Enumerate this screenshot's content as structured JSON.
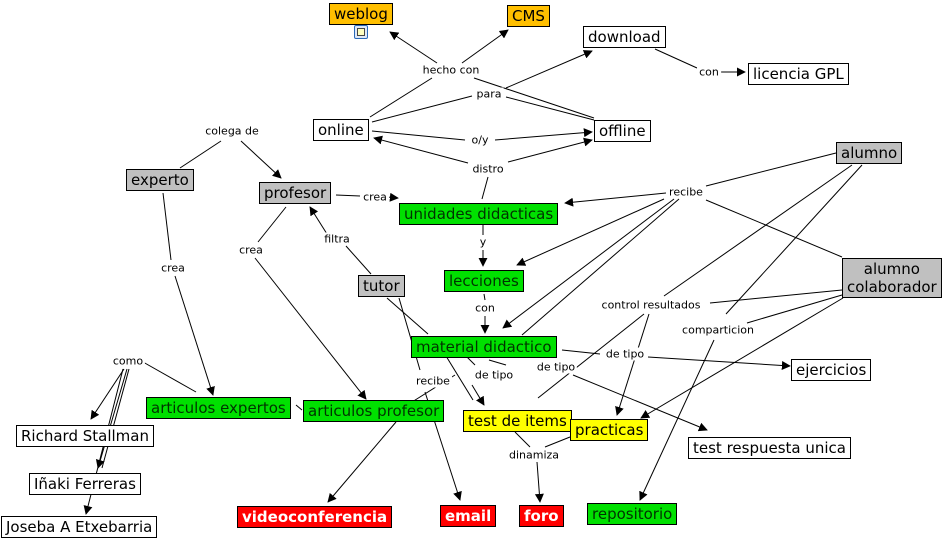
{
  "concepts": {
    "weblog": "weblog",
    "cms": "CMS",
    "download": "download",
    "licencia_gpl": "licencia GPL",
    "online": "online",
    "offline": "offline",
    "experto": "experto",
    "profesor": "profesor",
    "unidades_didacticas": "unidades didacticas",
    "alumno": "alumno",
    "alumno_colaborador_line1": "alumno",
    "alumno_colaborador_line2": "colaborador",
    "lecciones": "lecciones",
    "tutor": "tutor",
    "material_didactico": "material didactico",
    "ejercicios": "ejercicios",
    "articulos_expertos": "articulos expertos",
    "articulos_profesor": "articulos profesor",
    "test_de_items": "test de items",
    "practicas": "practicas",
    "test_respuesta_unica": "test respuesta unica",
    "richard_stallman": "Richard Stallman",
    "inaki_ferreras": "Iñaki Ferreras",
    "joseba_etxebarria": "Joseba A Etxebarria",
    "videoconferencia": "videoconferencia",
    "email": "email",
    "foro": "foro",
    "repositorio": "repositorio"
  },
  "links": {
    "hecho_con": "hecho con",
    "para": "para",
    "con_gpl": "con",
    "o_y": "o/y",
    "distro": "distro",
    "colega_de": "colega de",
    "crea_prof": "crea",
    "crea_exp": "crea",
    "crea_prof2": "crea",
    "filtra": "filtra",
    "recibe_alumno": "recibe",
    "y": "y",
    "con_lecc": "con",
    "control_resultados": "control resultados",
    "comparticion": "comparticion",
    "de_tipo_1": "de tipo",
    "de_tipo_2": "de tipo",
    "de_tipo_3": "de tipo",
    "recibe_tutor": "recibe",
    "como": "como",
    "dinamiza": "dinamiza"
  },
  "resources": {
    "weblog_icon": "document-resource-icon"
  },
  "colors": {
    "gray": "#c0c0c0",
    "green": "#00e000",
    "yellow": "#ffff00",
    "orange": "#ffbf00",
    "red": "#ff0000"
  }
}
